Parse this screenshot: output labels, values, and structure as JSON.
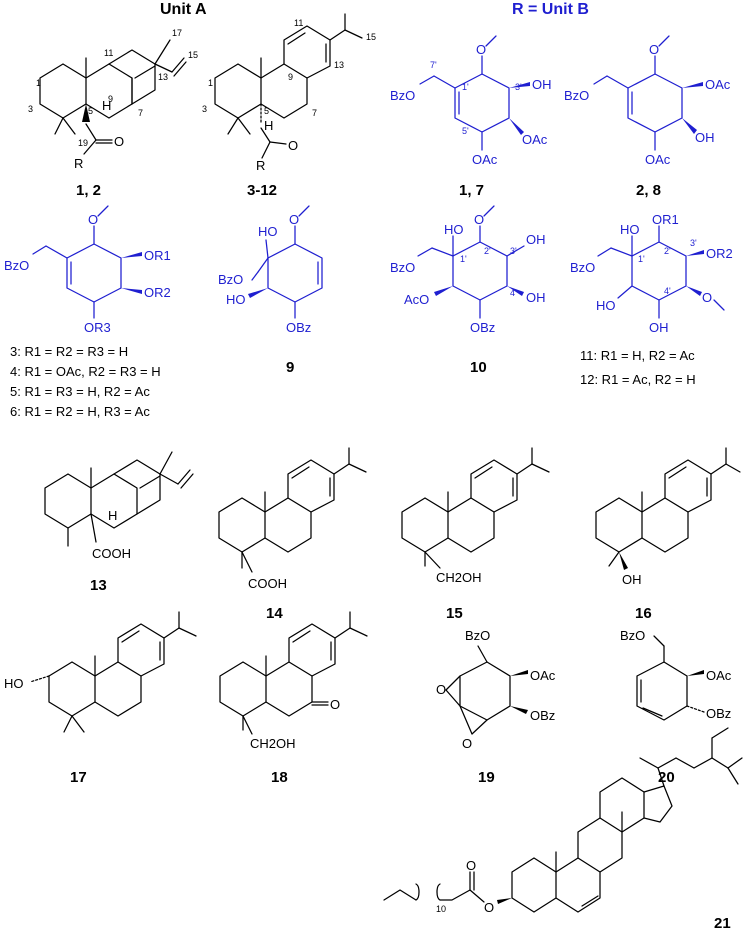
{
  "header": {
    "unit_a": "Unit A",
    "unit_b": "R = Unit B"
  },
  "colors": {
    "unit_a": "#000000",
    "unit_b": "#1f1fd0"
  },
  "compound_labels": {
    "c1": "1, 2",
    "c2": "3-12",
    "c3": "1, 7",
    "c4": "2, 8",
    "c5": "9",
    "c6": "10",
    "c7": "13",
    "c8": "14",
    "c9": "15",
    "c10": "16",
    "c11": "17",
    "c12": "18",
    "c13": "19",
    "c14": "20",
    "c15": "21"
  },
  "substituent_notes": {
    "n3": "3: R1 = R2 = R3 = H",
    "n4": "4: R1 = OAc, R2 = R3 = H",
    "n5": "5: R1 = R3 = H, R2 = Ac",
    "n6": "6: R1 = R2 = H, R3 = Ac",
    "n11": "11: R1 = H, R2 = Ac",
    "n12": "12: R1 = Ac, R2 = H"
  },
  "atom_labels": {
    "O": "O",
    "R": "R",
    "H": "H",
    "BzO": "BzO",
    "OH": "OH",
    "HO": "HO",
    "OAc": "OAc",
    "OBz": "OBz",
    "AcO": "AcO",
    "OR1": "OR1",
    "OR2": "OR2",
    "OR3": "OR3",
    "COOH": "COOH",
    "CH2OH": "CH2OH",
    "n10": "10"
  },
  "locants": {
    "a1": "1",
    "a3": "3",
    "a5": "5",
    "a7": "7",
    "a9": "9",
    "a11": "11",
    "a13": "13",
    "a15": "15",
    "a17": "17",
    "a19": "19",
    "b1": "1'",
    "b2": "2'",
    "b3": "3'",
    "b4": "4'",
    "b5": "5'",
    "b7": "7'"
  }
}
